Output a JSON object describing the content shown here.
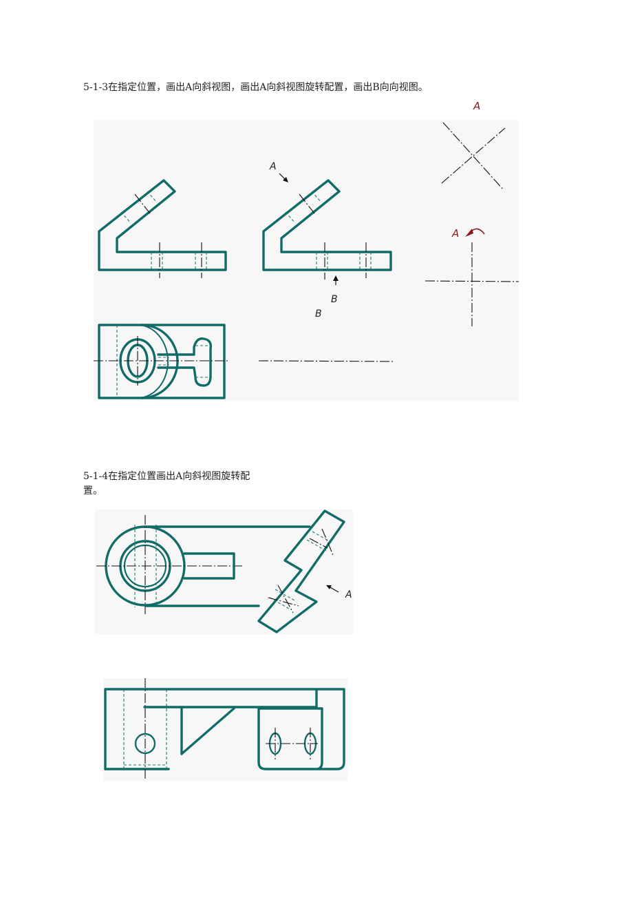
{
  "question_3": {
    "text": "5-1-3在指定位置，画出A向斜视图，画出A向斜视图旋转配置，画出B向向视图。",
    "label_a_top": "A",
    "label_a_arrow": "A",
    "label_b_arrow": "B",
    "label_b_below": "B",
    "label_a_rotated": "A"
  },
  "question_4": {
    "text": "5-1-4在指定位置画出A向斜视图旋转配\n置。",
    "label_a_arrow": "A"
  },
  "colors": {
    "outline": "#116b66",
    "label_red": "#8b1a1a",
    "figure_bg": "#f7f7f7"
  }
}
